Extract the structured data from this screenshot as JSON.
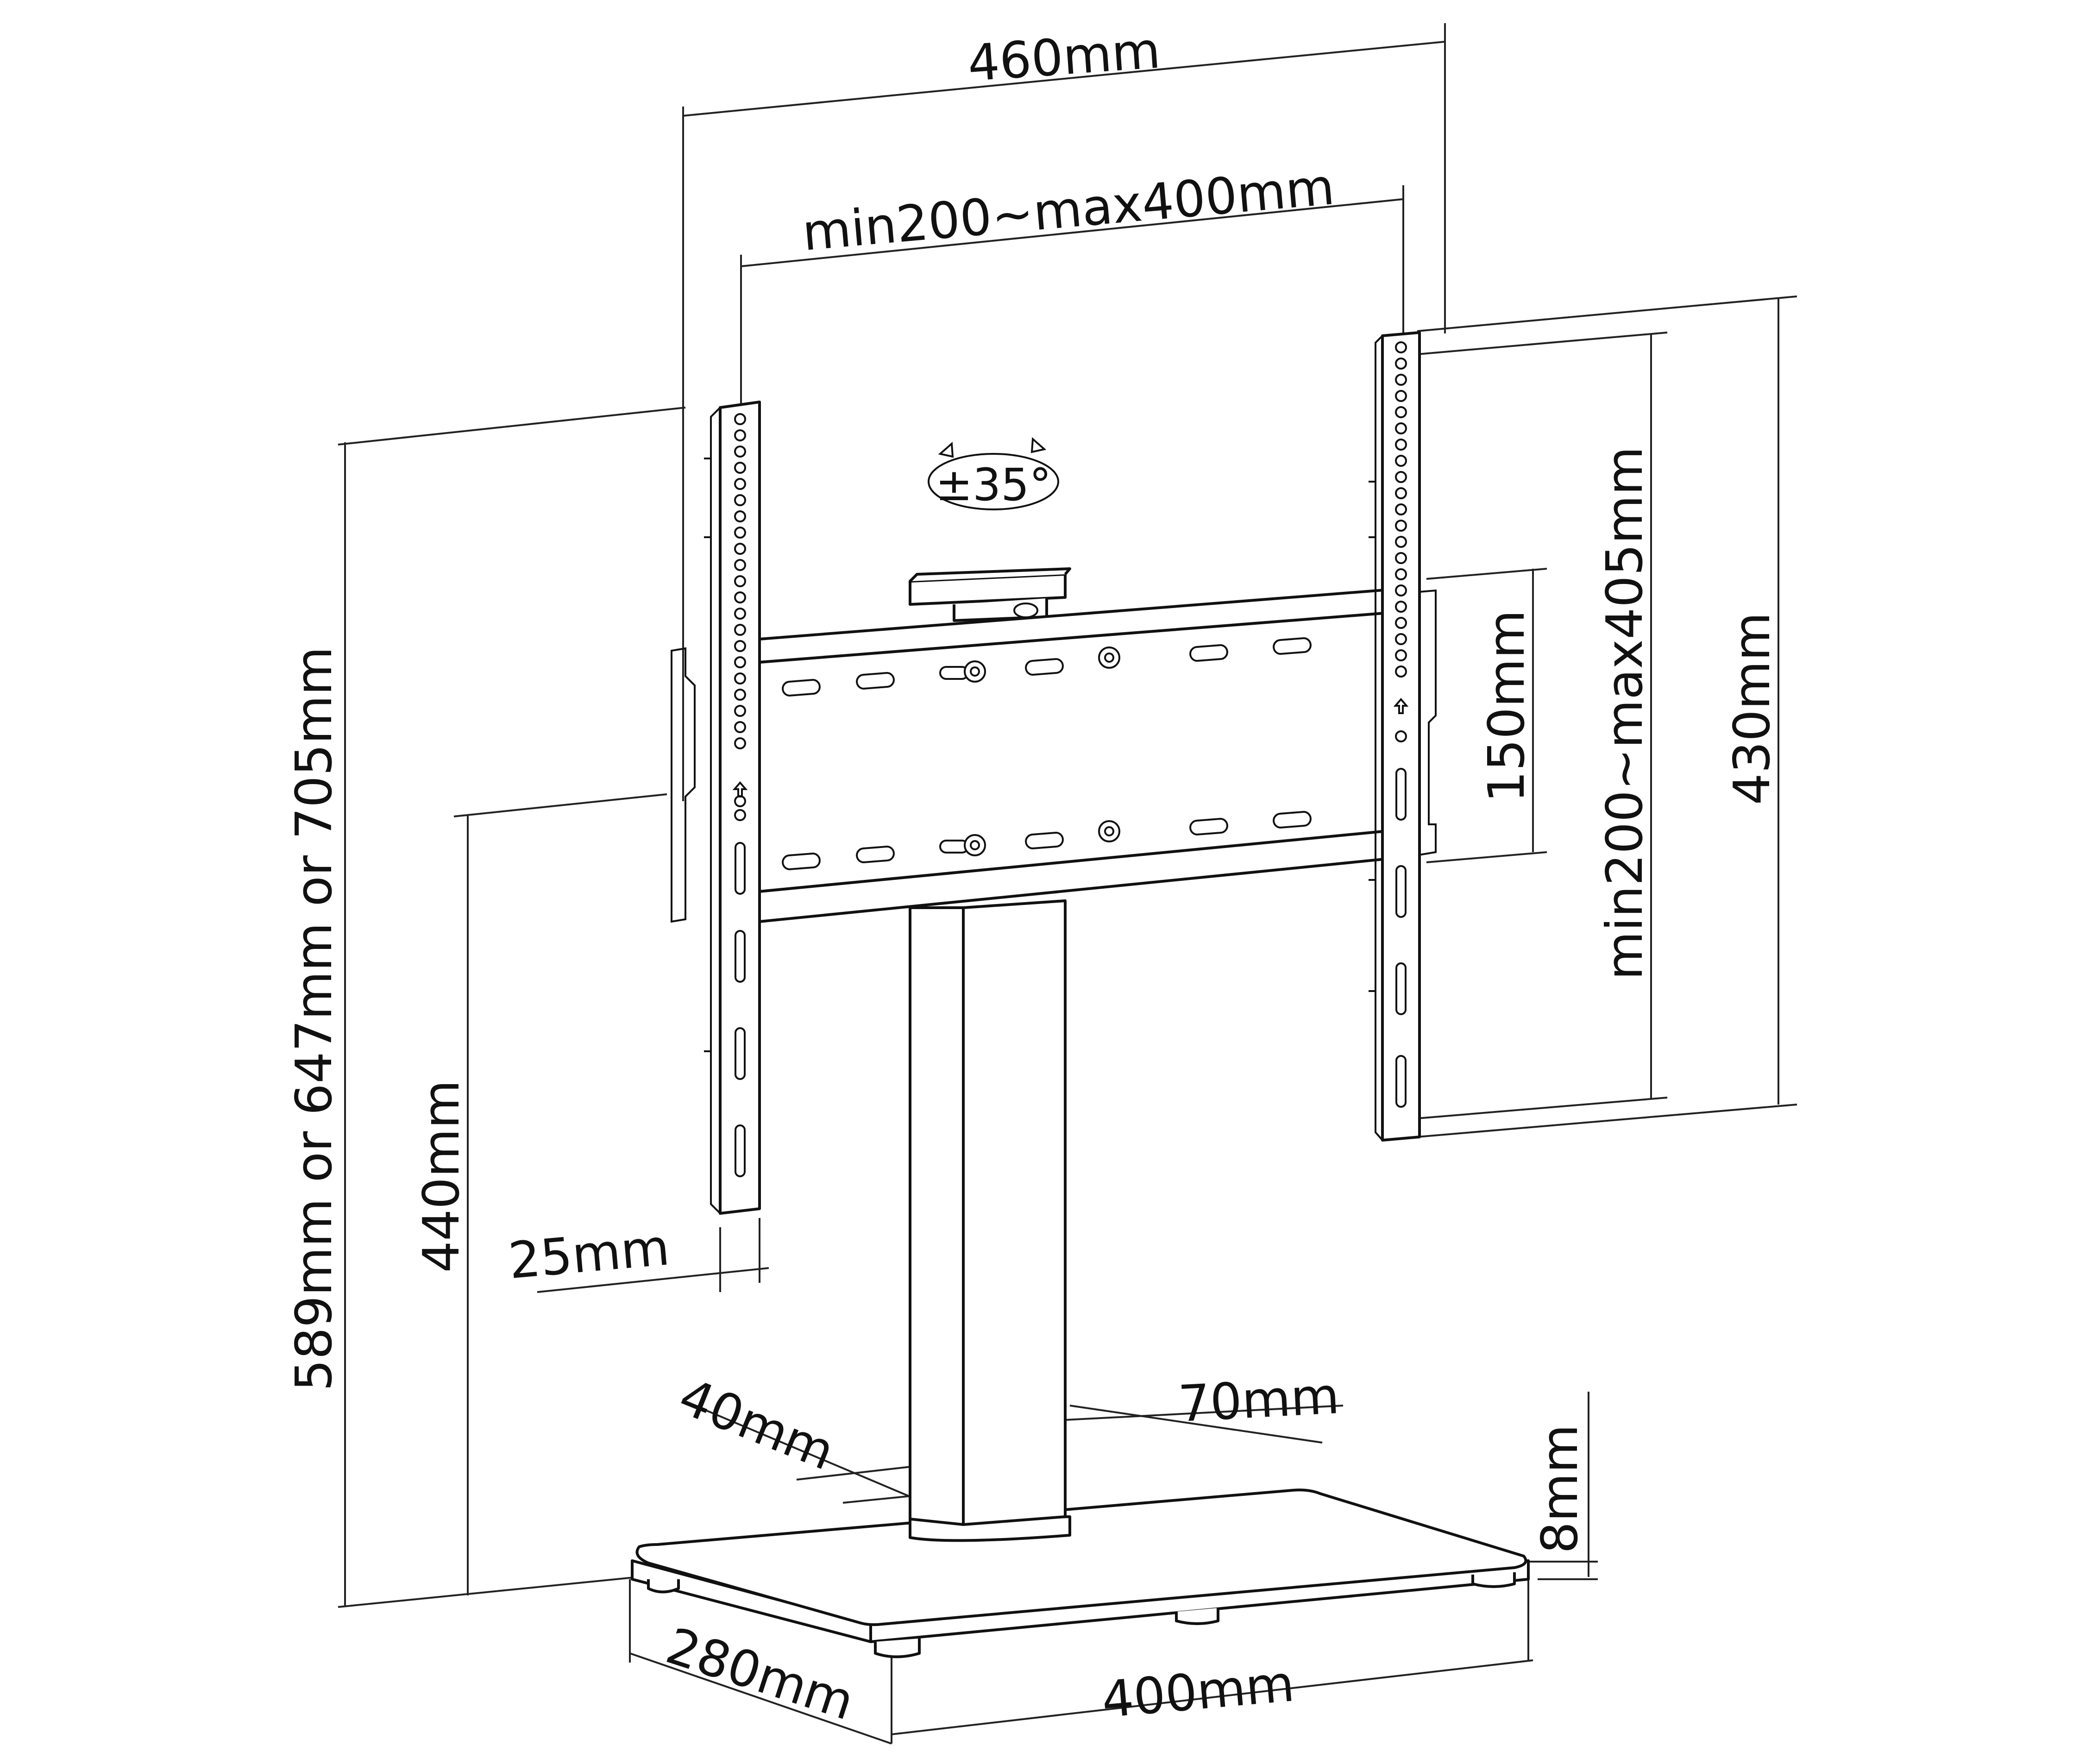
{
  "diagram": {
    "dimensions": {
      "total_width": "460mm",
      "vesa_horizontal": "min200~max400mm",
      "tilt": "±35°",
      "vesa_vertical": "min200~max405mm",
      "bracket_height": "430mm",
      "plate_height": "150mm",
      "overall_height": "589mm or 647mm or 705mm",
      "lower_height": "440mm",
      "bracket_thickness": "25mm",
      "column_depth": "40mm",
      "column_width": "70mm",
      "base_thickness": "8mm",
      "base_depth": "280mm",
      "base_width": "400mm"
    }
  }
}
